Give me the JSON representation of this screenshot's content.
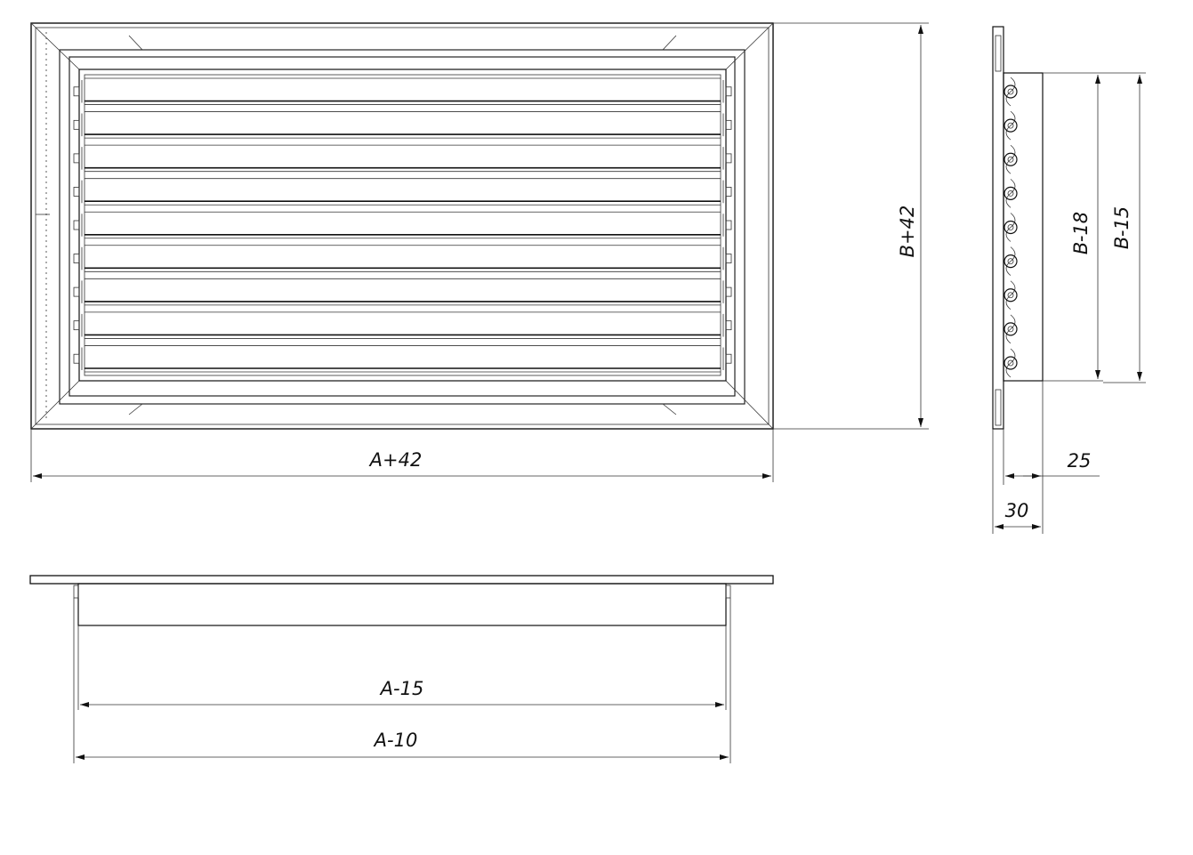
{
  "front_view": {
    "width_label": "A+42",
    "height_label": "B+42"
  },
  "side_view": {
    "inner_height_label": "B-18",
    "outer_height_label": "B-15",
    "depth_inner_label": "25",
    "depth_outer_label": "30"
  },
  "bottom_view": {
    "inner_width_label": "A-15",
    "outer_width_label": "A-10"
  },
  "louver_count": 9,
  "line_color": "#111111"
}
